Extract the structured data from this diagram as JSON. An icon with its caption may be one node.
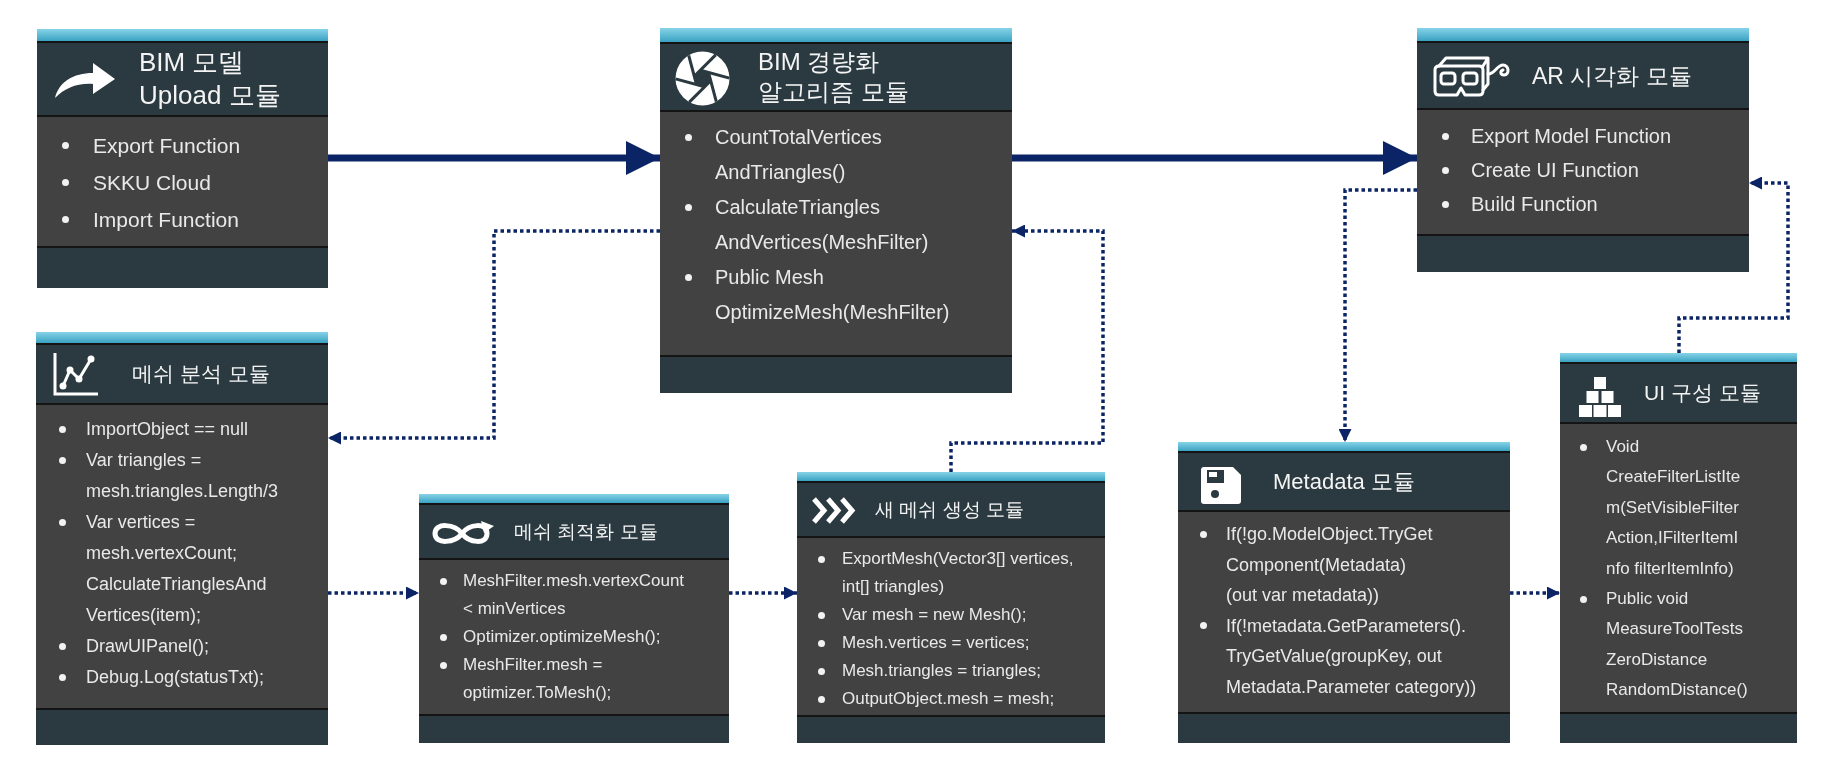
{
  "diagram": {
    "nodes": [
      {
        "text": [
          "BIM 모델 Upload 모듈",
          "Export Function",
          "SKKU Cloud",
          "Import Function"
        ]
      },
      {
        "text": [
          "BIM 경량화 알고리즘 모듈",
          "CountTotalVertices AndTriangles()",
          "CalculateTriangles AndVertices(MeshFilter)",
          "Public Mesh OptimizeMesh(MeshFilter)"
        ]
      },
      {
        "text": [
          "AR 시각화 모듈",
          "Export Model Function",
          "Create UI Function",
          "Build Function"
        ]
      },
      {
        "text": [
          "메쉬 분석 모듈",
          "ImportObject == null",
          "Var triangles = mesh.triangles.Length/3",
          "Var vertices = mesh.vertexCount; CalculateTrianglesAnd Vertices(item);",
          "DrawUIPanel();",
          "Debug.Log(statusTxt);"
        ]
      },
      {
        "text": [
          "메쉬 최적화 모듈",
          "MeshFilter.mesh.vertexCount < minVertices",
          "Optimizer.optimizeMesh();",
          "MeshFilter.mesh = optimizer.ToMesh();"
        ]
      },
      {
        "text": [
          "새 메쉬 생성 모듈",
          "ExportMesh(Vector3[] vertices, int[] triangles)",
          "Var mesh = new Mesh();",
          "Mesh.vertices = vertices;",
          "Mesh.triangles = triangles;",
          "OutputObject.mesh = mesh;"
        ]
      },
      {
        "text": [
          "Metadata 모듈",
          "If(!go.ModelObject.TryGet Component(Metadata) (out var metadata))",
          "If(!metadata.GetParameters(). TryGetValue(groupKey, out Metadata.Parameter category))"
        ]
      },
      {
        "text": [
          "UI 구성 모듈",
          "Void CreateFilterListIte m(SetVisibleFilter Action,IFilterItemI nfo filterItemInfo)",
          "Public void MeasureToolTests ZeroDistance RandomDistance()"
        ]
      }
    ],
    "edges": [
      {
        "from": 0,
        "to": 1,
        "arrow": "to",
        "style": "thick"
      },
      {
        "from": 1,
        "to": 2,
        "arrow": "to",
        "style": "thick"
      },
      {
        "from": 1,
        "to": 3,
        "arrow": "to",
        "style": "dashed"
      },
      {
        "from": 3,
        "to": 4,
        "arrow": "to",
        "style": "dashed"
      },
      {
        "from": 4,
        "to": 5,
        "arrow": "to",
        "style": "dashed"
      },
      {
        "from": 5,
        "to": 1,
        "arrow": "to",
        "style": "dashed"
      },
      {
        "from": 2,
        "to": 6,
        "arrow": "to",
        "style": "dashed"
      },
      {
        "from": 6,
        "to": 7,
        "arrow": "to",
        "style": "dashed"
      },
      {
        "from": 7,
        "to": 2,
        "arrow": "to",
        "style": "dashed"
      }
    ]
  }
}
